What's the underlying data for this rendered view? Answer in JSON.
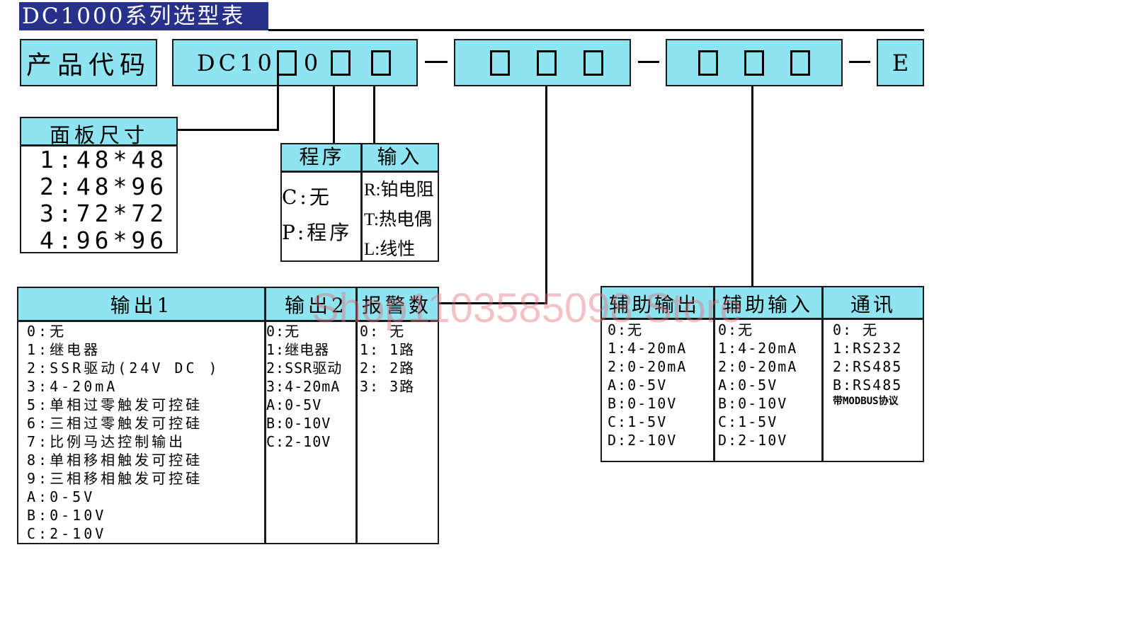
{
  "title": "DC1000系列选型表",
  "product_code": {
    "label": "产品代码",
    "prefix": "DC10",
    "middle": "0",
    "suffix": "E",
    "separator": "—"
  },
  "panel_size": {
    "header": "面板尺寸",
    "items": [
      "1:48*48",
      "2:48*96",
      "3:72*72",
      "4:96*96"
    ]
  },
  "program": {
    "header": "程序",
    "items": [
      "C:无",
      "P:程序"
    ]
  },
  "input": {
    "header": "输入",
    "items": [
      "R:铂电阻",
      "T:热电偶",
      "L:线性"
    ]
  },
  "output1": {
    "header": "输出1",
    "items": [
      "0:无",
      "1:继电器",
      "2:SSR驱动(24V DC )",
      "3:4-20mA",
      "5:单相过零触发可控硅",
      "6:三相过零触发可控硅",
      "7:比例马达控制输出",
      "8:单相移相触发可控硅",
      "9:三相移相触发可控硅",
      "A:0-5V",
      "B:0-10V",
      "C:2-10V"
    ]
  },
  "output2": {
    "header": "输出2",
    "items": [
      "0:无",
      "1:继电器",
      "2:SSR驱动",
      "3:4-20mA",
      "A:0-5V",
      "B:0-10V",
      "C:2-10V"
    ]
  },
  "alarm": {
    "header": "报警数",
    "items": [
      "0: 无",
      "1: 1路",
      "2: 2路",
      "3: 3路"
    ]
  },
  "aux_output": {
    "header": "辅助输出",
    "items": [
      "0:无",
      "1:4-20mA",
      "2:0-20mA",
      "A:0-5V",
      "B:0-10V",
      "C:1-5V",
      "D:2-10V"
    ]
  },
  "aux_input": {
    "header": "辅助输入",
    "items": [
      "0:无",
      "1:4-20mA",
      "2:0-20mA",
      "A:0-5V",
      "B:0-10V",
      "C:1-5V",
      "D:2-10V"
    ]
  },
  "comm": {
    "header": "通讯",
    "items": [
      "0: 无",
      "1:RS232",
      "2:RS485",
      "B:RS485"
    ],
    "note": "带MODBUS协议"
  },
  "watermark": "Shop1103585098 Store",
  "colors": {
    "title_bg": "#27318c",
    "cyan": "#8ee4f0",
    "line": "#000000"
  }
}
